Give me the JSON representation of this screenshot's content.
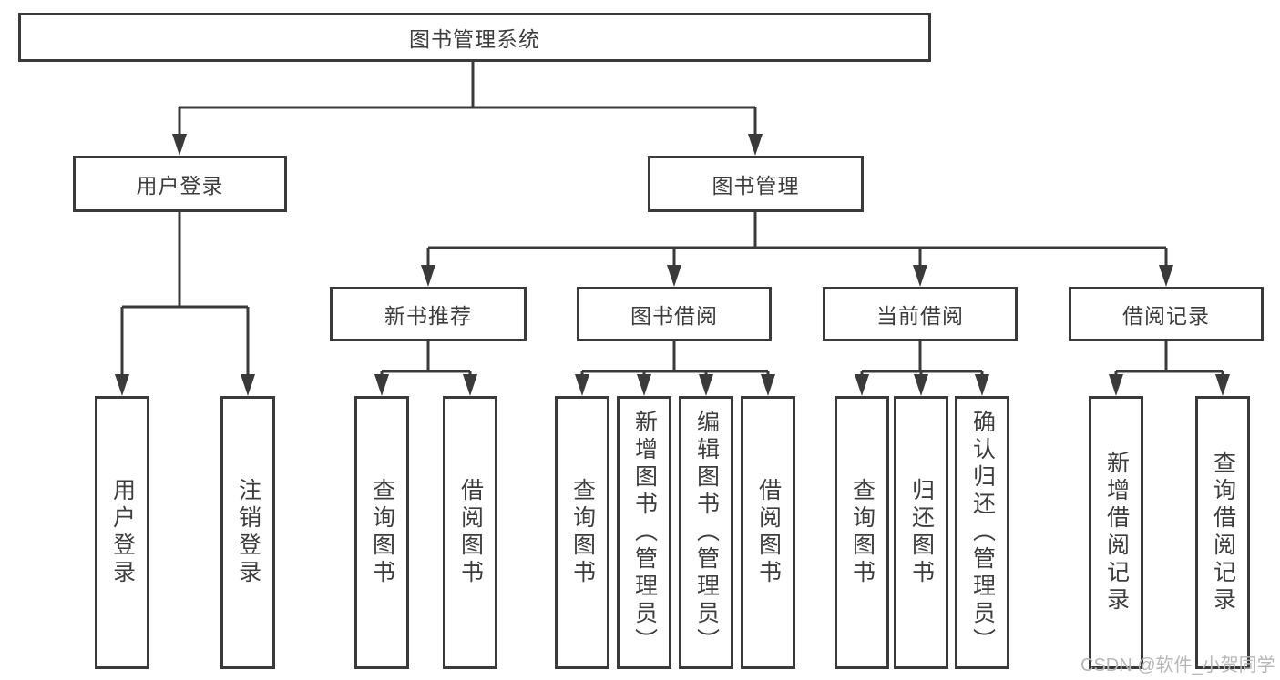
{
  "diagram": {
    "root": "图书管理系统",
    "level2": {
      "user_login": "用户登录",
      "book_management": "图书管理"
    },
    "level3": {
      "new_book_recommend": "新书推荐",
      "book_borrowing": "图书借阅",
      "current_borrowing": "当前借阅",
      "borrowing_records": "借阅记录"
    },
    "leaves": {
      "user_login": [
        "用户登录",
        "注销登录"
      ],
      "new_book_recommend": [
        "查询图书",
        "借阅图书"
      ],
      "book_borrowing": [
        "查询图书",
        "新增图书（管理员）",
        "编辑图书（管理员）",
        "借阅图书"
      ],
      "current_borrowing": [
        "查询图书",
        "归还图书",
        "确认归还（管理员）"
      ],
      "borrowing_records": [
        "新增借阅记录",
        "查询借阅记录"
      ]
    }
  },
  "watermark": "CSDN @软件_小贺同学",
  "colors": {
    "line": "#3a3a3a",
    "text": "#3d3d3d",
    "background": "#ffffff",
    "watermark": "#b7b7b7"
  }
}
